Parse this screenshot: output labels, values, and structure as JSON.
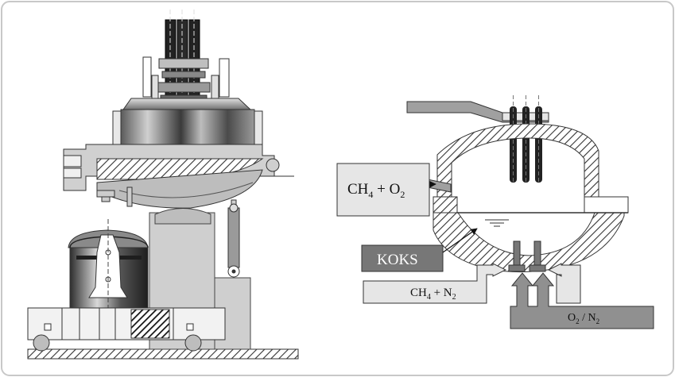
{
  "diagram": {
    "left": {
      "name": "electric arc furnace with charging basket"
    },
    "right": {
      "labels": {
        "gas_inlet_main": "CH",
        "gas_inlet_sub4": "4",
        "gas_inlet_plus": " + O",
        "gas_inlet_sub2": "2",
        "coke": "KOKS",
        "bottom_gas_main": "CH",
        "bottom_gas_sub4": "4",
        "bottom_gas_plus": " + N",
        "bottom_gas_sub2": "2",
        "oxy_main": "O",
        "oxy_sub1": "2",
        "oxy_mid": " / N",
        "oxy_sub2": "2"
      }
    }
  },
  "colors": {
    "frame": "#c8c8c8",
    "light_box": "#e6e6e6",
    "dark_box": "#777777",
    "mid_gray": "#a0a0a0",
    "electrode": "#222222"
  }
}
